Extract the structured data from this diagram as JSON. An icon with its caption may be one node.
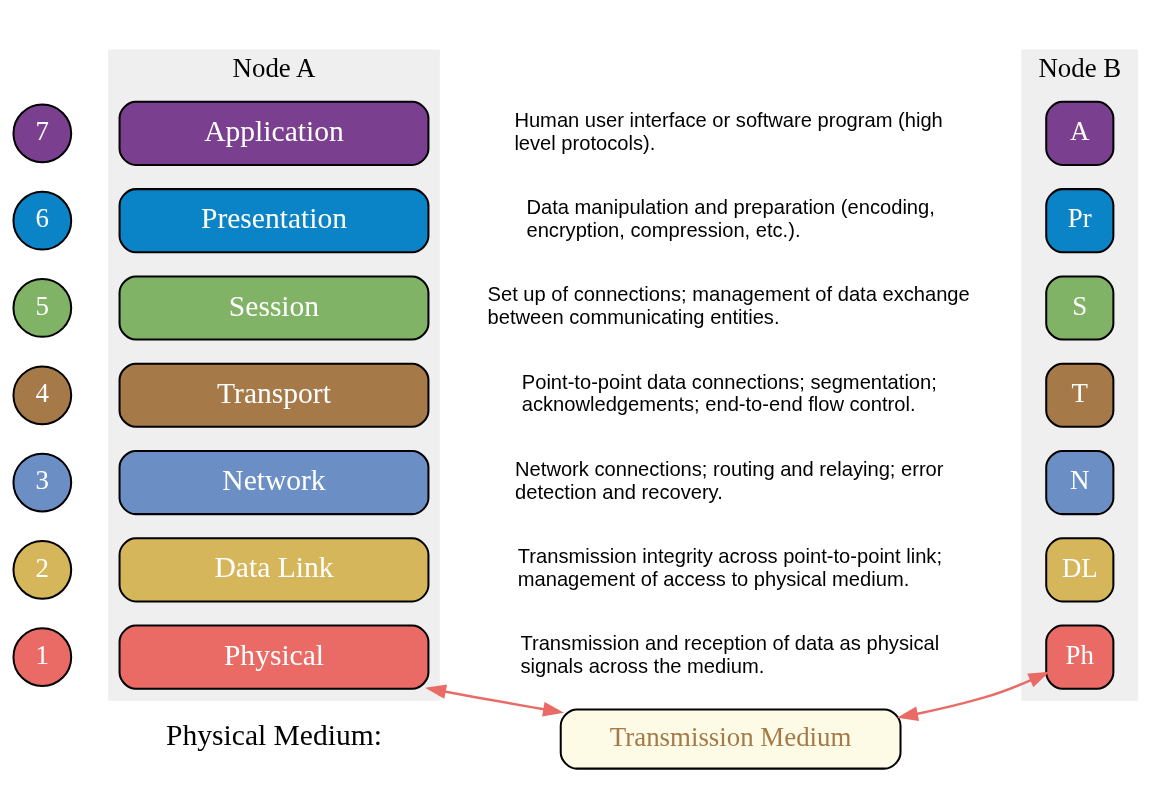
{
  "diagram": {
    "nodes": [
      {
        "text": [
          "Node A"
        ]
      },
      {
        "text": [
          "Node B"
        ]
      },
      {
        "text": [
          "7"
        ]
      },
      {
        "text": [
          "Application"
        ],
        "in": 0
      },
      {
        "text": [
          "A"
        ],
        "in": 1
      },
      {
        "text": [
          "6"
        ]
      },
      {
        "text": [
          "Presentation"
        ],
        "in": 0
      },
      {
        "text": [
          "Pr"
        ],
        "in": 1
      },
      {
        "text": [
          "5"
        ]
      },
      {
        "text": [
          "Session"
        ],
        "in": 0
      },
      {
        "text": [
          "S"
        ],
        "in": 1
      },
      {
        "text": [
          "4"
        ]
      },
      {
        "text": [
          "Transport"
        ],
        "in": 0
      },
      {
        "text": [
          "T"
        ],
        "in": 1
      },
      {
        "text": [
          "3"
        ]
      },
      {
        "text": [
          "Network"
        ],
        "in": 0
      },
      {
        "text": [
          "N"
        ],
        "in": 1
      },
      {
        "text": [
          "2"
        ]
      },
      {
        "text": [
          "Data Link"
        ],
        "in": 0
      },
      {
        "text": [
          "DL"
        ],
        "in": 1
      },
      {
        "text": [
          "1"
        ]
      },
      {
        "text": [
          "Physical"
        ],
        "in": 0
      },
      {
        "text": [
          "Ph"
        ],
        "in": 1
      },
      {
        "text": [
          "Transmission Medium"
        ]
      }
    ],
    "edges": [
      {
        "from": 21,
        "to": 23,
        "arrow": "both"
      },
      {
        "from": 23,
        "to": 22,
        "arrow": "both"
      }
    ],
    "labels": [
      "Human user interface or software program (high level protocols).",
      "Data manipulation and preparation (encoding, encryption, compression, etc.).",
      "Set up of connections; management of data exchange between communicating entities.",
      "Point-to-point data connections; segmentation; acknowledgements; end-to-end flow control.",
      "Network connections; routing and relaying; error detection and recovery.",
      "Transmission integrity across point-to-point link; management of access to physical medium.",
      "Transmission and reception of data as physical signals across the medium.",
      "Physical Medium:"
    ]
  }
}
